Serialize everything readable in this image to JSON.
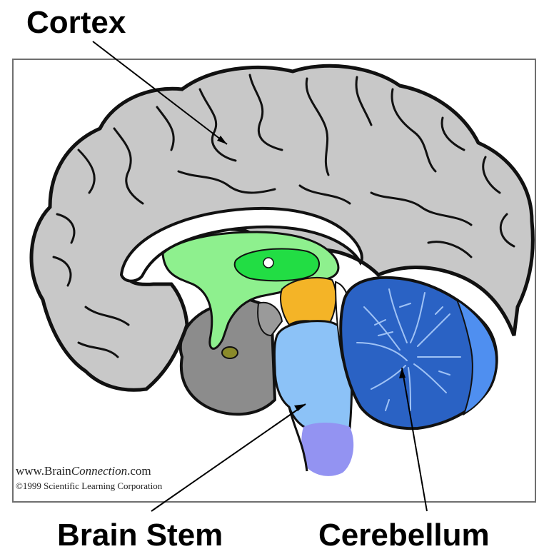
{
  "labels": {
    "cortex": "Cortex",
    "brain_stem": "Brain Stem",
    "cerebellum": "Cerebellum"
  },
  "credit": {
    "site_prefix": "www.Brain",
    "site_italic": "Connection",
    "site_suffix": ".com",
    "copyright": "©1999 Scientific Learning Corporation"
  },
  "colors": {
    "cortex": "#c8c8c8",
    "limbic": "#8ef08e",
    "thalamus": "#22dd44",
    "midbrain": "#f4b427",
    "brain_stem": "#8cc2f7",
    "medulla": "#9393f2",
    "cerebellum": "#2a62c4",
    "cerebellum_light": "#4f8ff0",
    "temporal": "#8c8c8c"
  }
}
